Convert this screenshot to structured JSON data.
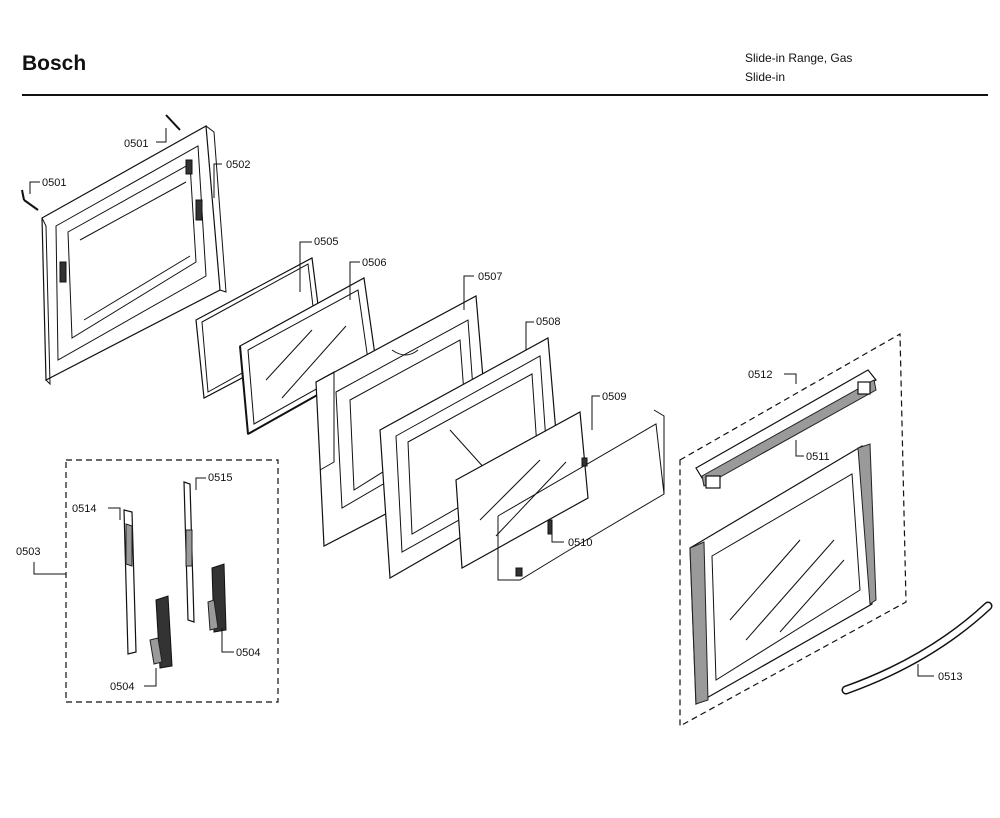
{
  "header": {
    "brand": "Bosch",
    "product_line": "Slide-in Range, Gas",
    "product_type": "Slide-in"
  },
  "callouts": {
    "c0501a": "0501",
    "c0501b": "0501",
    "c0502": "0502",
    "c0503": "0503",
    "c0504a": "0504",
    "c0504b": "0504",
    "c0505": "0505",
    "c0506": "0506",
    "c0507": "0507",
    "c0508": "0508",
    "c0509": "0509",
    "c0510": "0510",
    "c0511": "0511",
    "c0512": "0512",
    "c0513": "0513",
    "c0514": "0514",
    "c0515": "0515"
  }
}
